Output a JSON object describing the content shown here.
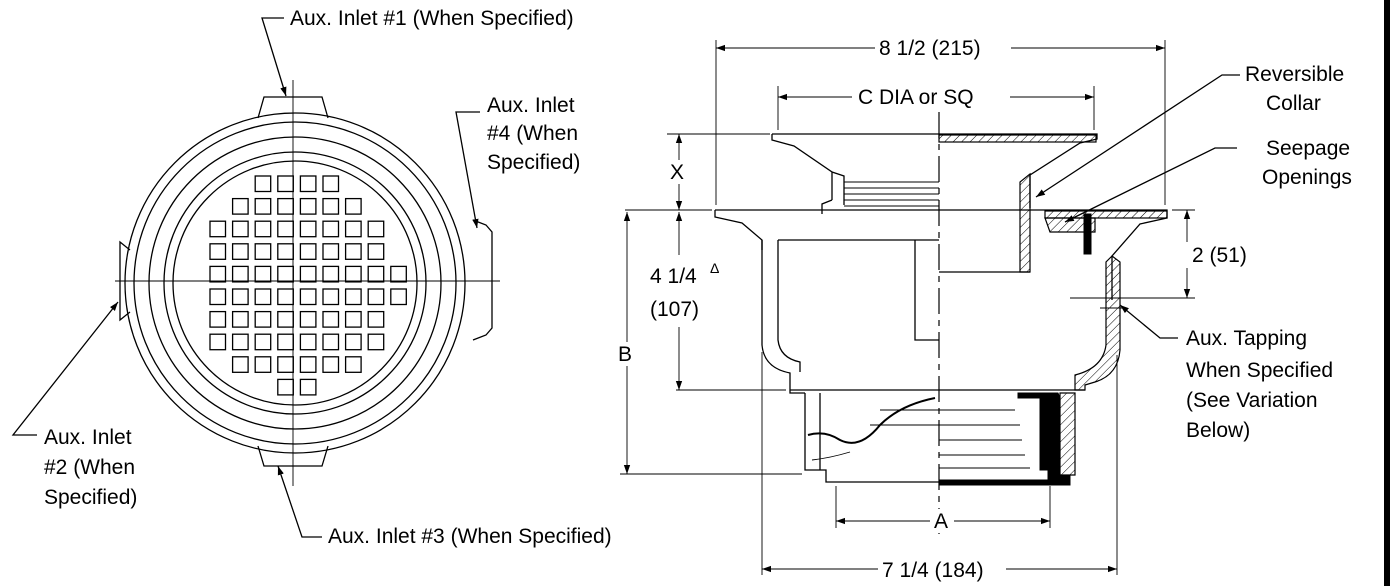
{
  "labels": {
    "aux_inlet_1": "Aux. Inlet #1 (When Specified)",
    "aux_inlet_2": [
      "Aux. Inlet",
      "#2 (When",
      "Specified)"
    ],
    "aux_inlet_3": "Aux. Inlet #3 (When Specified)",
    "aux_inlet_4": [
      "Aux. Inlet",
      "#4 (When",
      "Specified)"
    ],
    "overall_width": "8 1/2 (215)",
    "c_dim": "C DIA or SQ",
    "reversible_collar": [
      "Reversible",
      "Collar"
    ],
    "seepage_openings": [
      "Seepage",
      "Openings"
    ],
    "x_dim": "X",
    "body_height": "4 1/4",
    "body_height_mark": "Δ",
    "body_height_mm": "(107)",
    "b_dim": "B",
    "collar_height": "2 (51)",
    "aux_tapping": [
      "Aux. Tapping",
      "When Specified",
      "(See Variation",
      "Below)"
    ],
    "a_dim": "A",
    "base_width": "7 1/4 (184)"
  }
}
